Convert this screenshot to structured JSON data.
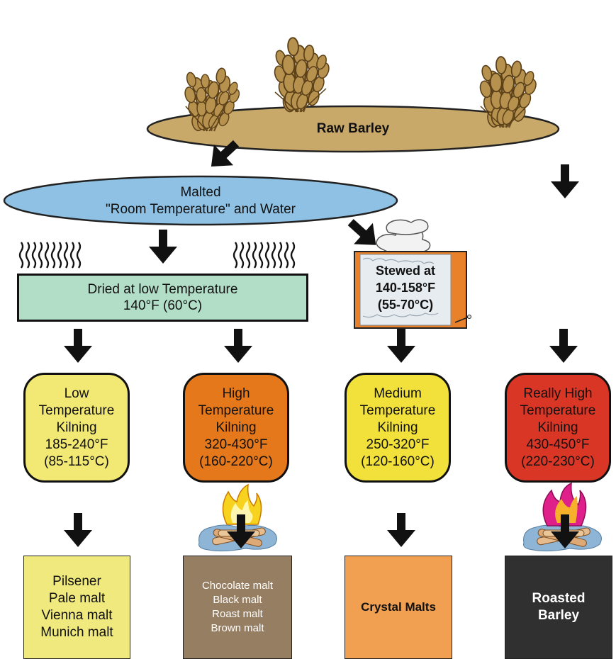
{
  "colors": {
    "barley_field": "#C8A96A",
    "malted_ellipse": "#8EC1E3",
    "dried_box": "#B2DEC8",
    "low_kiln": "#F2E974",
    "high_kiln": "#E4781B",
    "medium_kiln": "#F1E13A",
    "really_high_kiln": "#DA3626",
    "pale_product": "#F0EA7E",
    "chocolate_product": "#967E62",
    "crystal_product": "#F0A050",
    "roasted_product": "#303030",
    "arrow": "#111111"
  },
  "raw_barley": {
    "label": "Raw Barley"
  },
  "malted": {
    "line1": "Malted",
    "line2": "\"Room Temperature\" and Water"
  },
  "dried": {
    "line1": "Dried at low Temperature",
    "line2": "140°F (60°C)"
  },
  "stewed": {
    "line1": "Stewed at",
    "line2": "140-158°F",
    "line3": "(55-70°C)"
  },
  "kilns": [
    {
      "lines": [
        "Low",
        "Temperature",
        "Kilning",
        "185-240°F",
        "(85-115°C)"
      ]
    },
    {
      "lines": [
        "High",
        "Temperature",
        "Kilning",
        "320-430°F",
        "(160-220°C)"
      ]
    },
    {
      "lines": [
        "Medium",
        "Temperature",
        "Kilning",
        "250-320°F",
        "(120-160°C)"
      ]
    },
    {
      "lines": [
        "Really High",
        "Temperature",
        "Kilning",
        "430-450°F",
        "(220-230°C)"
      ]
    }
  ],
  "products": [
    {
      "lines": [
        "Pilsener",
        "Pale malt",
        "Vienna malt",
        "Munich malt"
      ]
    },
    {
      "lines": [
        "Chocolate malt",
        "Black malt",
        "Roast malt",
        "Brown malt"
      ]
    },
    {
      "lines": [
        "Crystal Malts"
      ]
    },
    {
      "lines": [
        "Roasted",
        "Barley"
      ]
    }
  ],
  "icons": [
    "wheat-icon",
    "heat-waves-icon",
    "steam-icon",
    "pot-icon",
    "campfire-icon",
    "arrow-icon"
  ]
}
